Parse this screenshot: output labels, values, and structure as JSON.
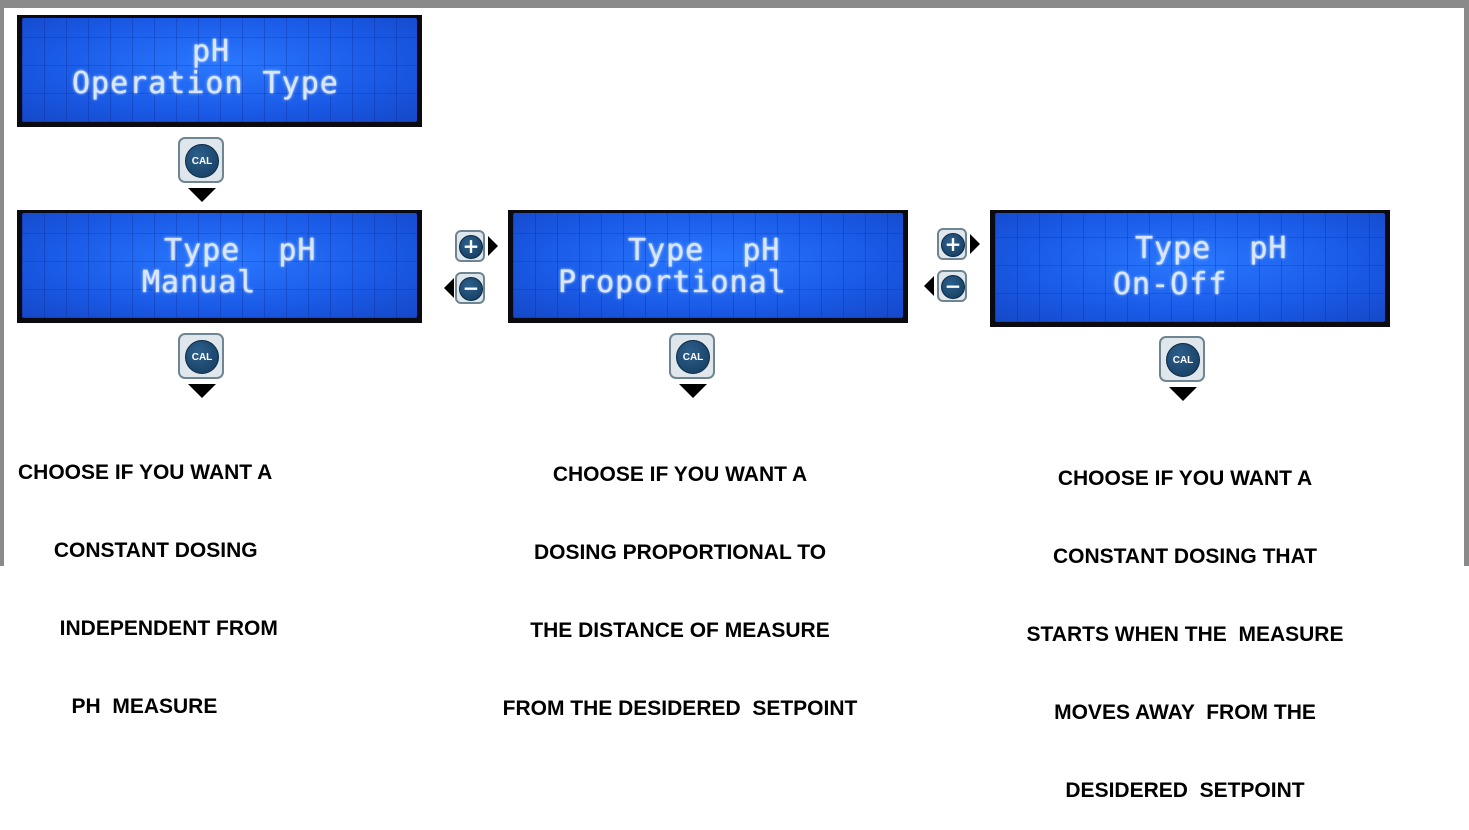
{
  "screens": {
    "top": {
      "line1": "pH",
      "line2": "Operation Type"
    },
    "manual": {
      "line1": "Type  pH",
      "line2": "Manual"
    },
    "proportional": {
      "line1": "Type  pH",
      "line2": "Proportional"
    },
    "onoff": {
      "line1": "Type  pH",
      "line2": "On-Off"
    }
  },
  "buttons": {
    "cal_label": "CAL",
    "plus_symbol": "+",
    "minus_symbol": "−"
  },
  "captions": {
    "manual": [
      "CHOOSE IF YOU WANT A",
      " CONSTANT DOSING",
      "  INDEPENDENT FROM",
      "   PH  MEASURE"
    ],
    "proportional": [
      "CHOOSE IF YOU WANT A",
      "DOSING PROPORTIONAL TO",
      "THE DISTANCE OF MEASURE",
      "FROM THE DESIDERED  SETPOINT"
    ],
    "onoff": [
      "CHOOSE IF YOU WANT A",
      "CONSTANT DOSING THAT",
      "STARTS WHEN THE  MEASURE",
      "MOVES AWAY  FROM THE",
      "DESIDERED  SETPOINT"
    ]
  },
  "colors": {
    "lcd_blue": "#1c63ee",
    "lcd_text": "#d8e6ff",
    "button_blue": "#1f4d76",
    "frame_gray": "#8a8a8a"
  }
}
